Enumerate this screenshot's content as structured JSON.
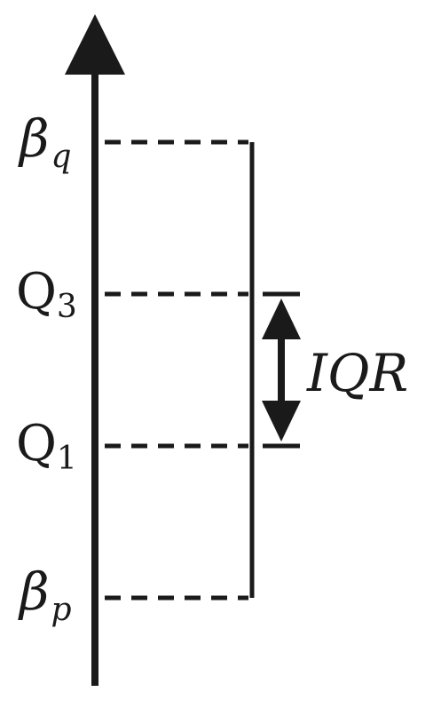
{
  "diagram": {
    "labels": {
      "beta_q": {
        "main": "β",
        "sub": "q"
      },
      "q3": {
        "main": "Q",
        "sub": "3"
      },
      "q1": {
        "main": "Q",
        "sub": "1"
      },
      "beta_p": {
        "main": "β",
        "sub": "p"
      },
      "iqr": "IQR"
    },
    "colors": {
      "ink": "#1a1a1a",
      "background": "#ffffff"
    }
  }
}
